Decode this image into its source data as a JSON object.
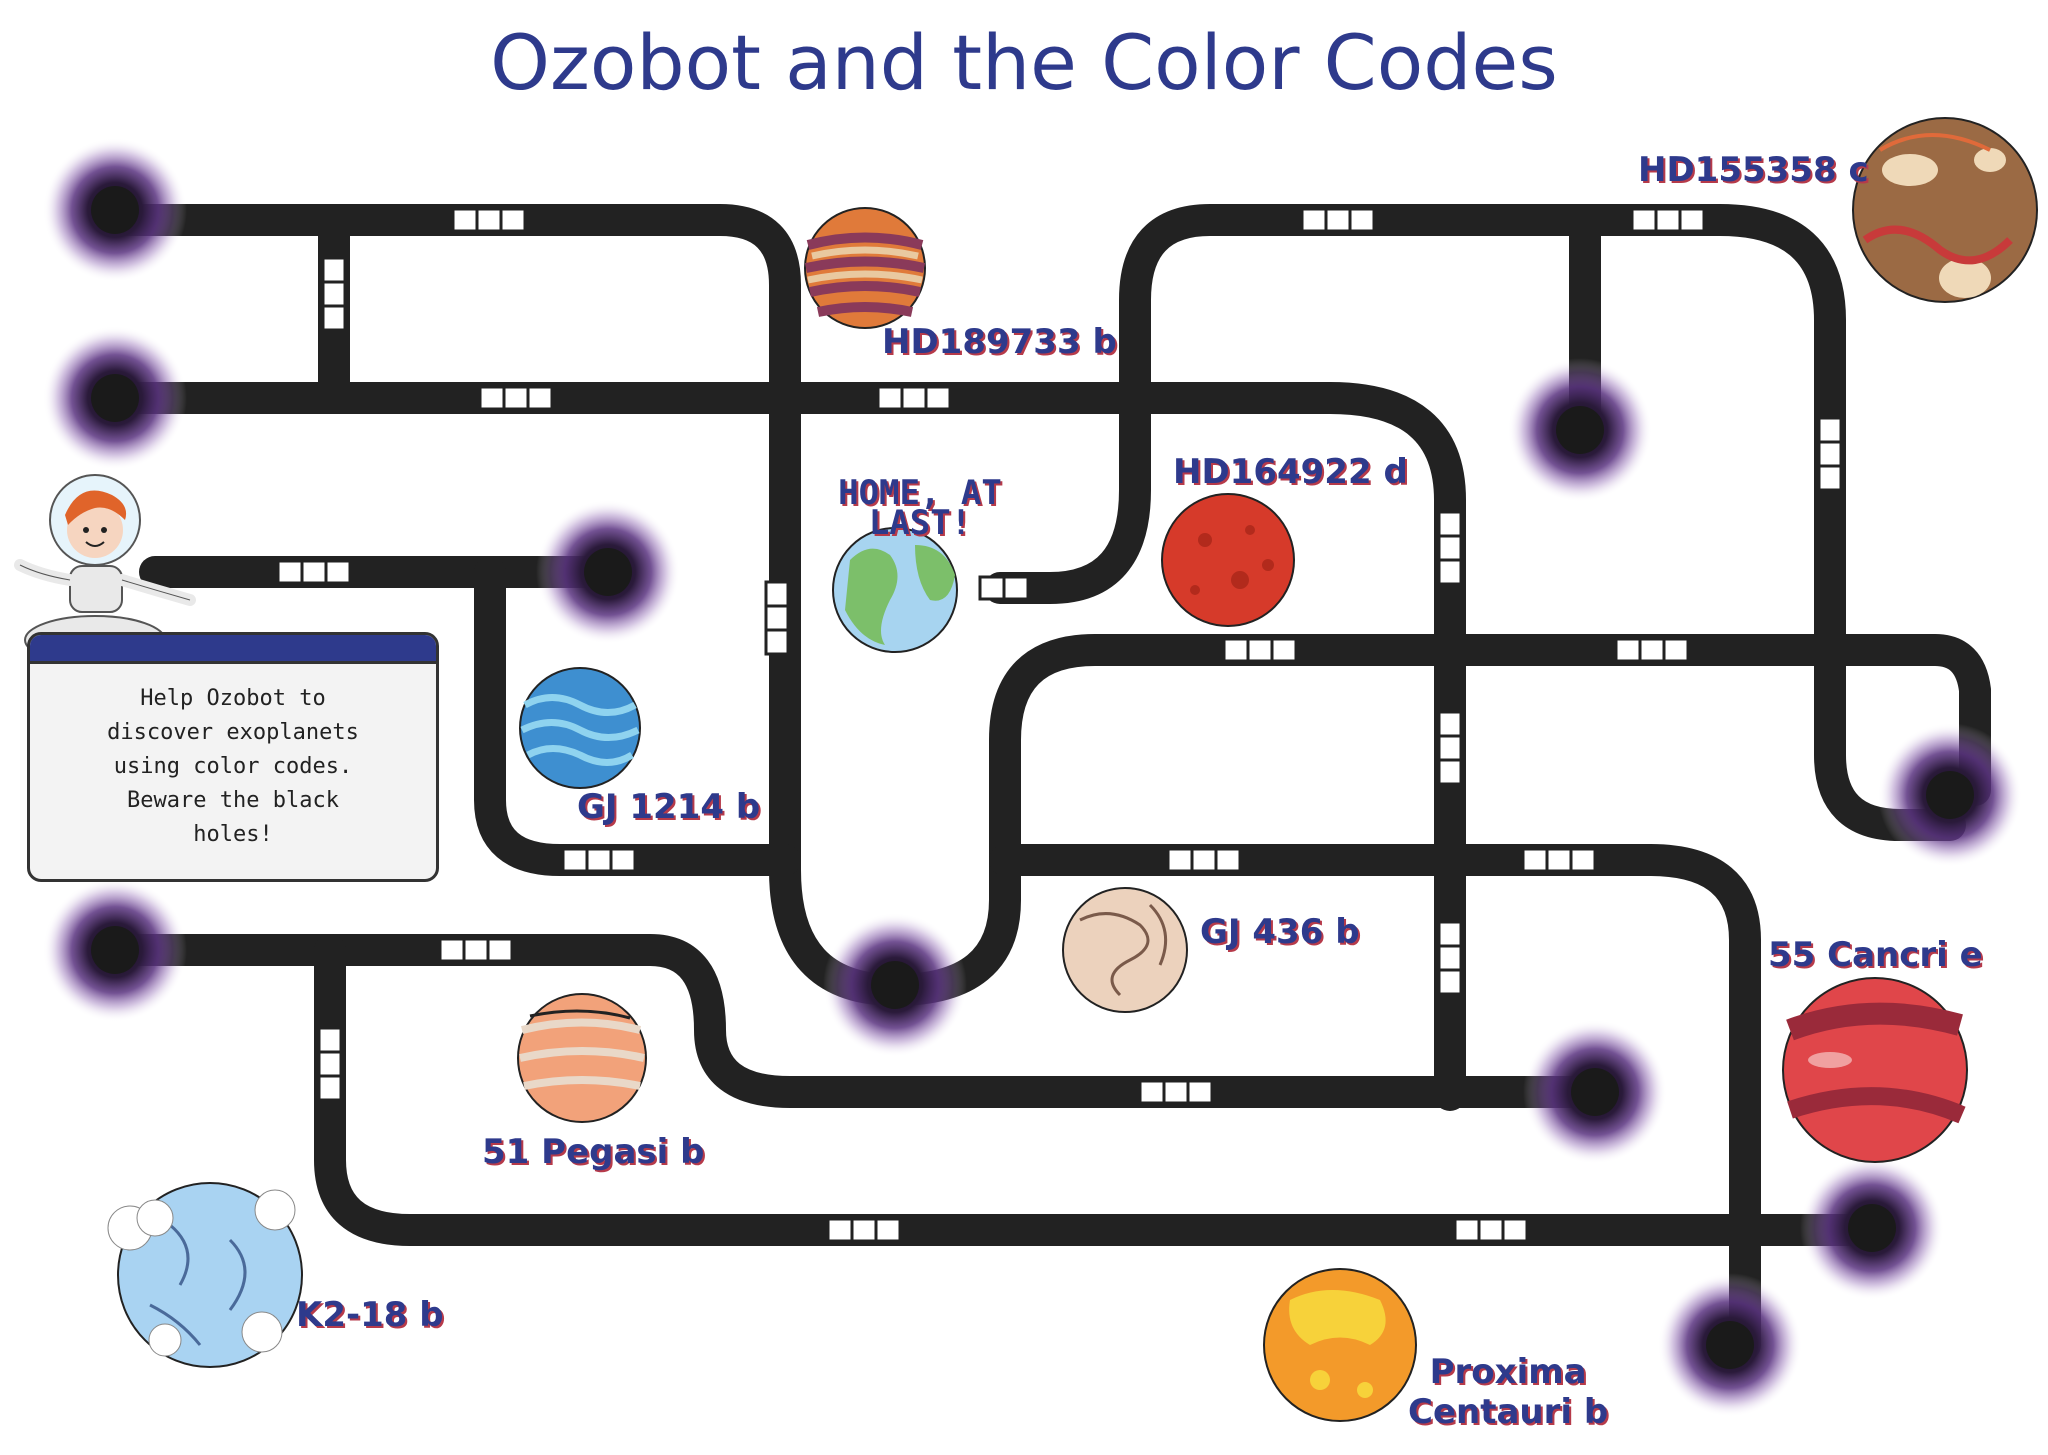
{
  "title": "Ozobot and the Color Codes",
  "info_box": {
    "lines": [
      "Help Ozobot to",
      "discover exoplanets",
      "using color codes.",
      "Beware the black",
      "holes!"
    ]
  },
  "home_label": {
    "line1": "HOME, AT",
    "line2": "LAST!"
  },
  "planets": [
    {
      "name": "HD189733 b",
      "icon": "striped-planet-icon",
      "color": "#e07a3a"
    },
    {
      "name": "HD155358 c",
      "icon": "brown-swirl-planet-icon",
      "color": "#9b6a44"
    },
    {
      "name": "HD164922 d",
      "icon": "red-cratered-planet-icon",
      "color": "#d63a2a"
    },
    {
      "name": "GJ 1214 b",
      "icon": "blue-wavy-planet-icon",
      "color": "#3e8fd0"
    },
    {
      "name": "GJ 436 b",
      "icon": "beige-planet-icon",
      "color": "#ecd2bd"
    },
    {
      "name": "51 Pegasi b",
      "icon": "orange-striped-planet-icon",
      "color": "#f2a27a"
    },
    {
      "name": "55 Cancri e",
      "icon": "red-lava-planet-icon",
      "color": "#e0464a"
    },
    {
      "name": "K2-18 b",
      "icon": "light-blue-cloudy-planet-icon",
      "color": "#a9d3f2"
    },
    {
      "name": "Proxima Centauri b",
      "name_line1": "Proxima",
      "name_line2": "Centauri b",
      "icon": "yellow-orange-planet-icon",
      "color": "#f39a2a"
    }
  ],
  "colors": {
    "title": "#2e3a8c",
    "track": "#222222",
    "black_hole_glow": "#6a3a8a",
    "label_shadow": "#b63a4a"
  },
  "icons": {
    "home": "earth-icon",
    "black_hole": "black-hole-icon",
    "character": "ozobot-astronaut-icon",
    "color_code": "color-code-segment-icon"
  }
}
